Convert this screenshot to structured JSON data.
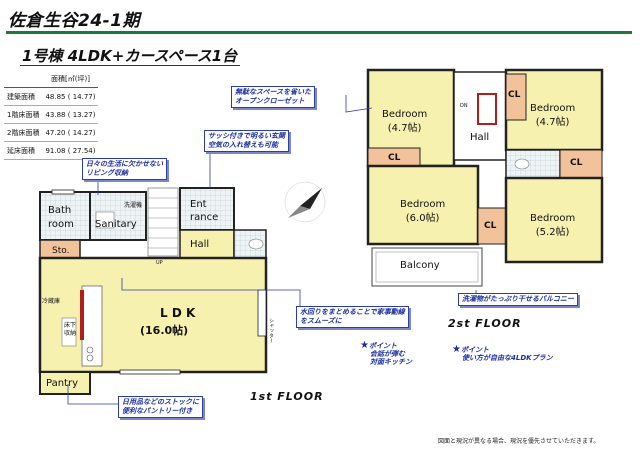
{
  "title": "佐倉生谷24-1期",
  "subtitle": "1号棟  4LDK+カースペース1台",
  "area_table": {
    "header": "面積[㎡(坪)]",
    "rows": [
      {
        "label": "建築面積",
        "value": "48.85 ( 14.77)"
      },
      {
        "label": "1階床面積",
        "value": "43.88 ( 13.27)"
      },
      {
        "label": "2階床面積",
        "value": "47.20 ( 14.27)"
      },
      {
        "label": "延床面積",
        "value": "91.08 ( 27.54)"
      }
    ]
  },
  "first_floor": {
    "label": "1st   FLOOR",
    "rooms": {
      "bath_line1": "Bath",
      "bath_line2": "room",
      "sanitary": "Sanitary",
      "laundry": "洗濯機",
      "entrance_line1": "Ent",
      "entrance_line2": "rance",
      "hall": "Hall",
      "storage": "Sto.",
      "fridge": "冷蔵庫",
      "underfloor_line1": "床下",
      "underfloor_line2": "収納",
      "up": "UP",
      "ldk": "L D K",
      "ldk_size": "(16.0帖)",
      "pantry": "Pantry",
      "shutter": "シャッター"
    }
  },
  "second_floor": {
    "label": "2st   FLOOR",
    "rooms": {
      "bed1": "Bedroom",
      "bed1_size": "(4.7帖)",
      "bed2": "Bedroom",
      "bed2_size": "(4.7帖)",
      "bed3": "Bedroom",
      "bed3_size": "(6.0帖)",
      "bed4": "Bedroom",
      "bed4_size": "(5.2帖)",
      "cl": "CL",
      "hall": "Hall",
      "dn": "DN",
      "balcony": "Balcony"
    }
  },
  "callouts": {
    "living_storage_1": "日々の生活に欠かせない",
    "living_storage_2": "リビング収納",
    "entrance_1": "サッシ付きで明るい玄関",
    "entrance_2": "空気の入れ替えも可能",
    "closet_1": "無駄なスペースを省いた",
    "closet_2": "オープンクローゼット",
    "water_1": "水回りをまとめることで家事動線",
    "water_2": "をスムーズに",
    "balcony": "洗濯物がたっぷり干せるバルコニー",
    "pantry_1": "日用品などのストックに",
    "pantry_2": "便利なパントリー付き"
  },
  "points": {
    "kitchen_1": "ポイント",
    "kitchen_2": "会話が弾む",
    "kitchen_3": "対面キッチン",
    "plan_1": "ポイント",
    "plan_2": "使い方が自由な4LDKプラン"
  },
  "note": "図面と現況が異なる場合、現況を優先させていただきます。",
  "colors": {
    "floor_fill": "#f7f1b0",
    "accent_green": "#1f7a3a",
    "closet_fill": "#f2c39a",
    "callout_blue": "#1d2fa0",
    "stair_red": "#b01e1e"
  }
}
